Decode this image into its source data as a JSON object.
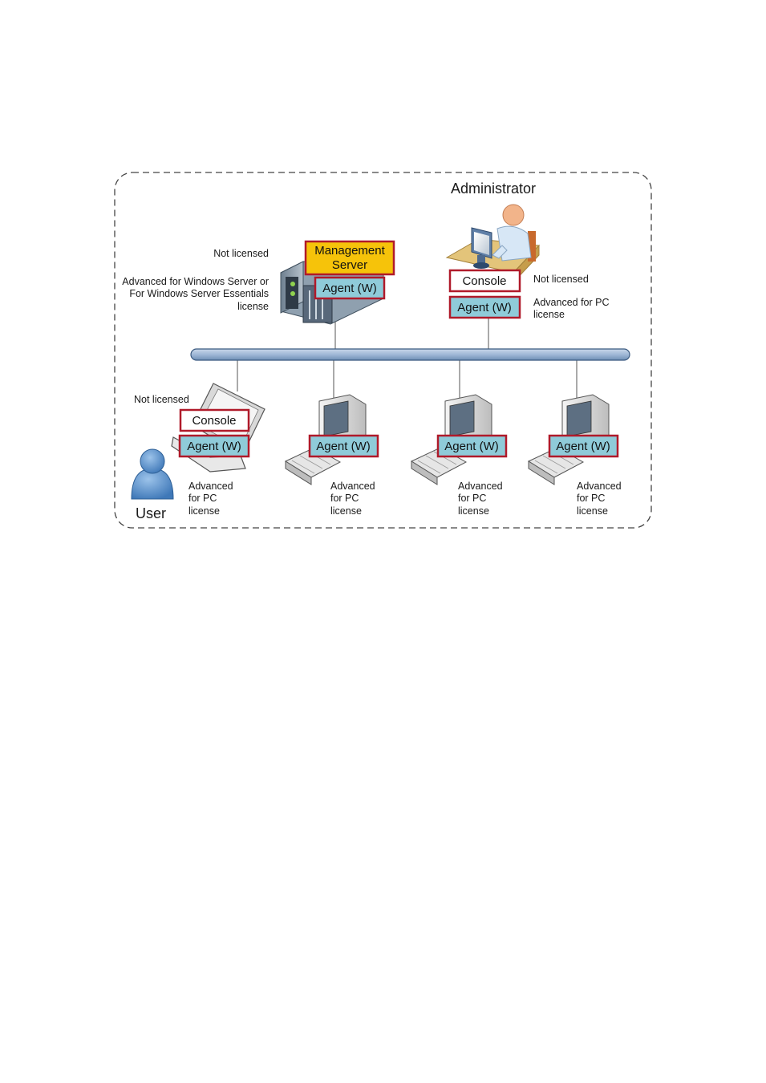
{
  "labels": {
    "administrator": "Administrator",
    "user": "User",
    "not_licensed": "Not licensed",
    "server_license_line1": "Advanced for Windows Server or",
    "server_license_line2": "For Windows Server Essentials",
    "server_license_line3": "license",
    "pc_license_admin_line1": "Advanced for PC",
    "pc_license_admin_line2": "license",
    "pc_license_line1": "Advanced",
    "pc_license_line2": "for PC",
    "pc_license_line3": "license"
  },
  "components": {
    "management_server_line1": "Management",
    "management_server_line2": "Server",
    "agent": "Agent (W)",
    "console": "Console"
  },
  "colors": {
    "box_border": "#b01a2a",
    "agent_fill": "#8fcbd9",
    "management_fill": "#f6c30a",
    "network_bus": "#a9c1dd",
    "user_icon": "#4f86c2"
  }
}
